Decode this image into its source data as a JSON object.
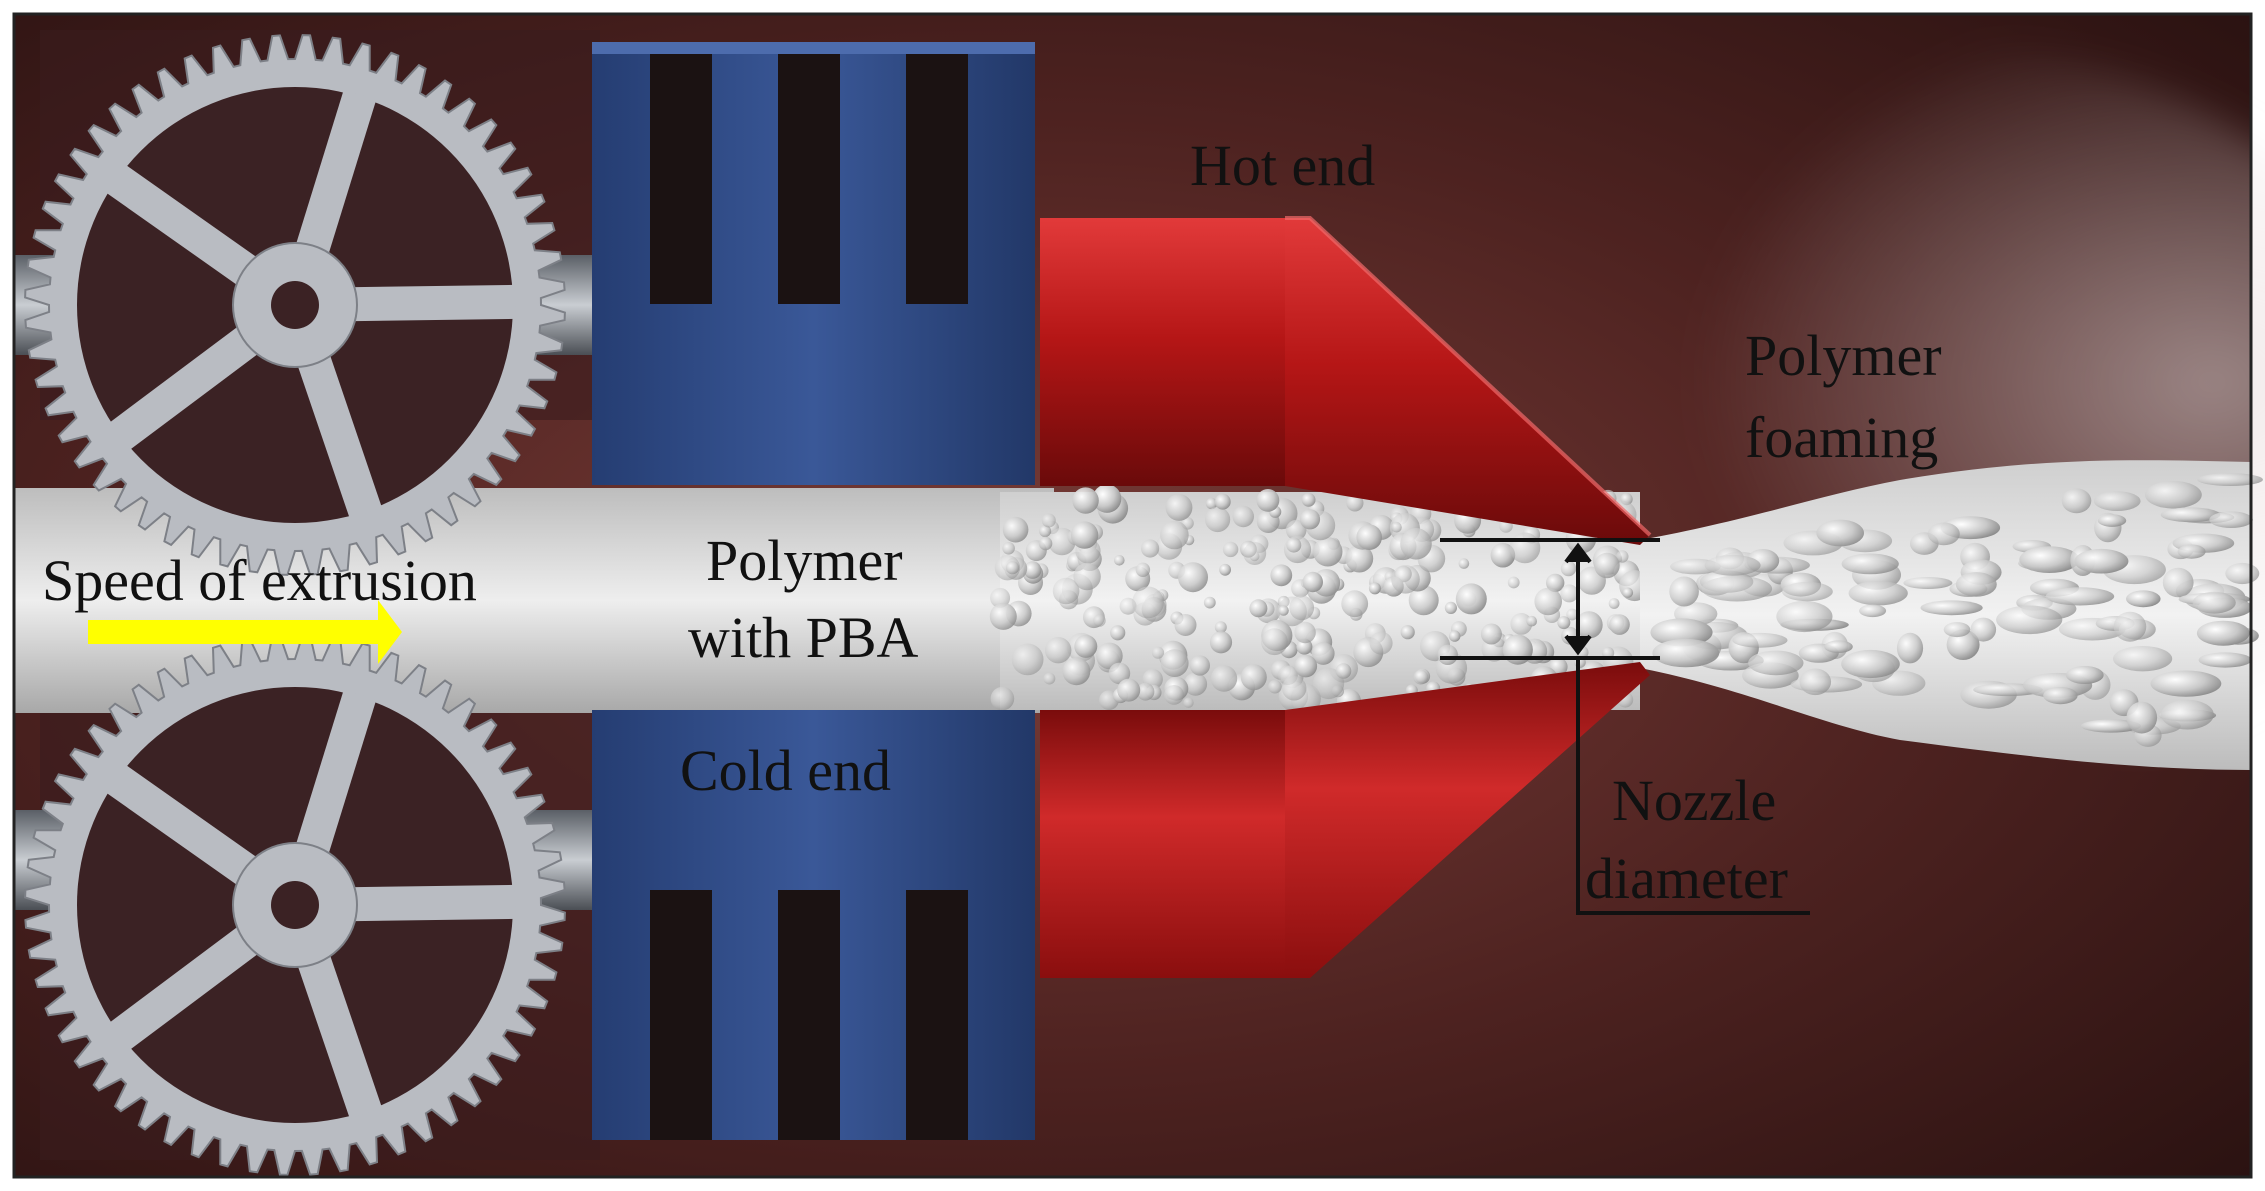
{
  "labels": {
    "hot_end": "Hot end",
    "cold_end": "Cold end",
    "polymer_foaming_line1": "Polymer",
    "polymer_foaming_line2": "foaming",
    "polymer_pba_line1": "Polymer",
    "polymer_pba_line2": "with PBA",
    "speed_of_extrusion": "Speed of extrusion",
    "nozzle_diameter_line1": "Nozzle",
    "nozzle_diameter_line2": "diameter"
  },
  "colors": {
    "heatsink_blue": "#2f4a86",
    "hot_end_red": "#b01818",
    "arrow_yellow": "#ffff00",
    "gear_grey": "#b9bcc2",
    "filament_white": "#e4e4e4",
    "background_dark": "#3a1a18"
  },
  "icons": {
    "gear": "gear-icon",
    "arrow": "arrow-right-icon"
  }
}
